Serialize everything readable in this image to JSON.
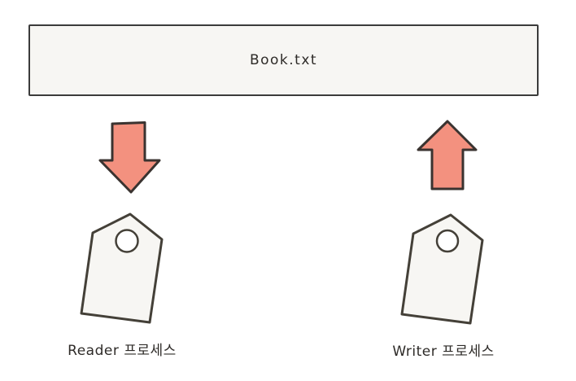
{
  "file_box": {
    "label": "Book.txt"
  },
  "reader": {
    "label": "Reader 프로세스",
    "arrow_icon": "arrow-down",
    "shape_icon": "tag"
  },
  "writer": {
    "label": "Writer 프로세스",
    "arrow_icon": "arrow-up",
    "shape_icon": "tag"
  },
  "colors": {
    "arrow_fill": "#F3917F",
    "outline": "#3A3330",
    "shape_fill": "#F7F6F3",
    "box_border": "#3B3B3B",
    "text": "#2E2B28",
    "background": "#FFFFFF"
  }
}
